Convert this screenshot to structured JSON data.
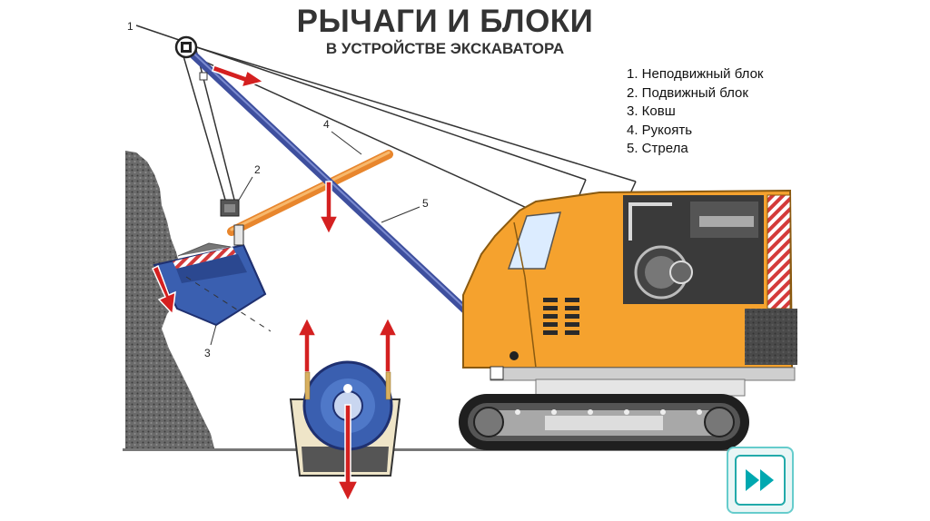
{
  "slide": {
    "title": "РЫЧАГИ И БЛОКИ",
    "subtitle": "В УСТРОЙСТВЕ ЭКСКАВАТОРА",
    "legend": [
      "1. Неподвижный блок",
      "2. Подвижный блок",
      "3. Ковш",
      "4. Рукоять",
      "5. Стрела"
    ],
    "callouts": [
      "1",
      "2",
      "3",
      "4",
      "5"
    ],
    "next_button_icon": "fast-forward-icon",
    "colors": {
      "excavator_body": "#f5a22e",
      "boom": "#3e4f9e",
      "handle": "#e8862d",
      "bucket": "#3a5fb0",
      "arrow": "#d42020"
    }
  }
}
